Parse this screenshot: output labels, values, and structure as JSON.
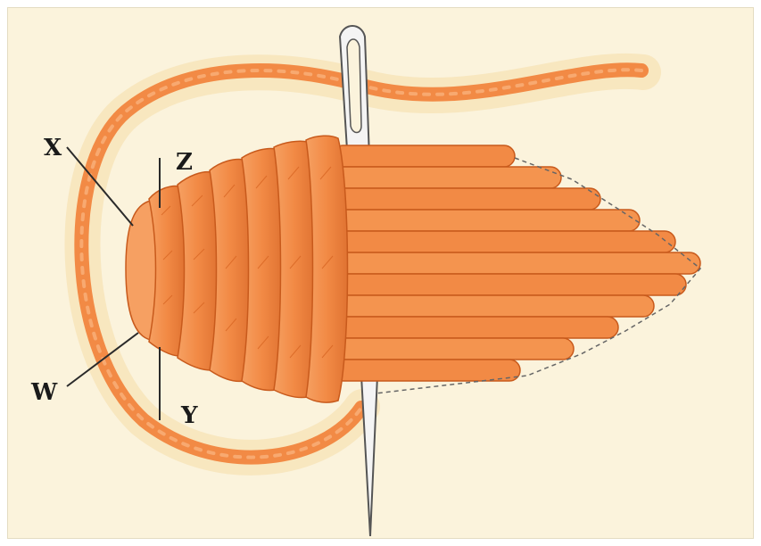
{
  "diagram": {
    "labels": {
      "x": "X",
      "y": "Y",
      "z": "Z",
      "w": "W"
    },
    "colors": {
      "background": "#fbf3dc",
      "thread": "#f28a45",
      "thread_dark": "#d4601e",
      "thread_light": "#f9b07a",
      "needle": "#f4f4f4",
      "needle_outline": "#555555",
      "leader_line": "#2a2a2a"
    }
  }
}
